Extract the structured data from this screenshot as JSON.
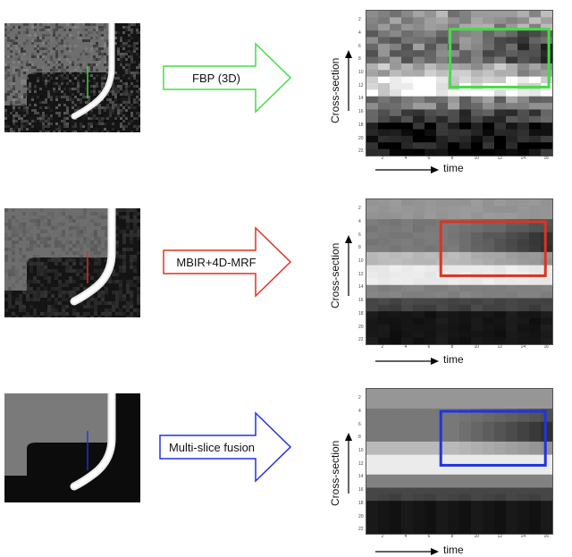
{
  "rows": [
    {
      "method_label": "FBP (3D)",
      "accent": "#44dd44",
      "arrow_fill": "#ffffff",
      "y_label": "Cross-section",
      "x_label": "time",
      "x_ticks": [
        "2",
        "4",
        "6",
        "8",
        "10",
        "12",
        "14",
        "16"
      ],
      "y_ticks": [
        "2",
        "4",
        "6",
        "8",
        "10",
        "12",
        "14",
        "16",
        "18",
        "20",
        "22"
      ],
      "noise": "high",
      "blur": "none"
    },
    {
      "method_label": "MBIR+4D-MRF",
      "accent": "#dd3322",
      "arrow_fill": "#ffffff",
      "y_label": "Cross-section",
      "x_label": "time",
      "x_ticks": [
        "2",
        "4",
        "6",
        "8",
        "10",
        "12",
        "14",
        "16"
      ],
      "y_ticks": [
        "2",
        "4",
        "6",
        "8",
        "10",
        "12",
        "14",
        "16",
        "18",
        "20",
        "22"
      ],
      "noise": "low",
      "blur": "none"
    },
    {
      "method_label": "Multi-slice fusion",
      "accent": "#2233dd",
      "arrow_fill": "#ffffff",
      "y_label": "Cross-section",
      "x_label": "time",
      "x_ticks": [
        "2",
        "4",
        "6",
        "8",
        "10",
        "12",
        "14",
        "16"
      ],
      "y_ticks": [
        "2",
        "4",
        "6",
        "8",
        "10",
        "12",
        "14",
        "16",
        "18",
        "20",
        "22"
      ],
      "noise": "none",
      "blur": "slight"
    }
  ]
}
